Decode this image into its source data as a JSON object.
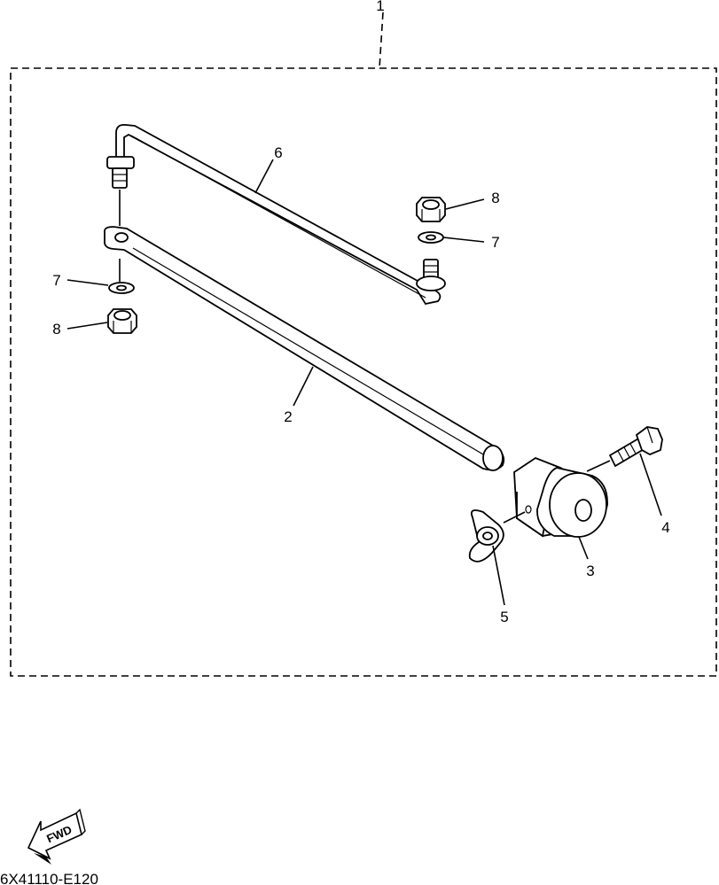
{
  "callouts": {
    "c1": "1",
    "c2": "2",
    "c3": "3",
    "c4": "4",
    "c5": "5",
    "c6": "6",
    "c7a": "7",
    "c7b": "7",
    "c8a": "8",
    "c8b": "8"
  },
  "fwd_label": "FWD",
  "drawing_code": "6X41110-E120"
}
